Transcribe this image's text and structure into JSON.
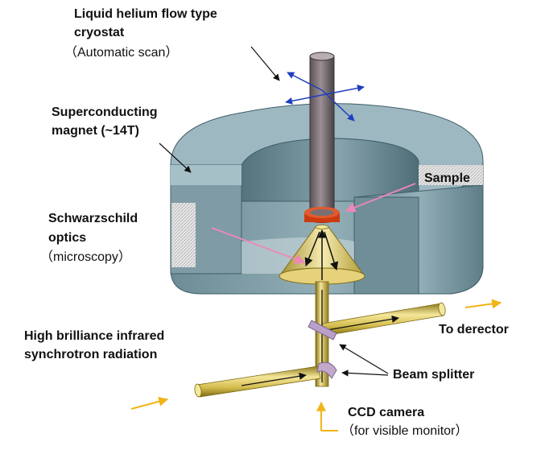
{
  "labels": {
    "cryostat_line1": "Liquid helium flow type",
    "cryostat_line2": "cryostat",
    "cryostat_line3": "（Automatic scan）",
    "magnet_line1": "Superconducting",
    "magnet_line2": "magnet (~14T)",
    "sample": "Sample",
    "optics_line1": "Schwarzschild",
    "optics_line2": "optics",
    "optics_line3": "（microscopy）",
    "source_line1": "High brilliance infrared",
    "source_line2": "synchrotron radiation",
    "detector": "To derector",
    "beam_splitter": "Beam splitter",
    "ccd_line1": "CCD camera",
    "ccd_line2": "（for visible monitor）"
  },
  "colors": {
    "magnet": "#8aa7b1",
    "magnet_dark": "#5f7e88",
    "rod": "#7a6e73",
    "sample_ring": "#cc3a10",
    "brass": "#d8c35a",
    "brass_dark": "#9c8a2a",
    "scan_arrow": "#1f3fbf",
    "pointer_pink": "#ee88b8",
    "beam_orange": "#f2b417"
  }
}
